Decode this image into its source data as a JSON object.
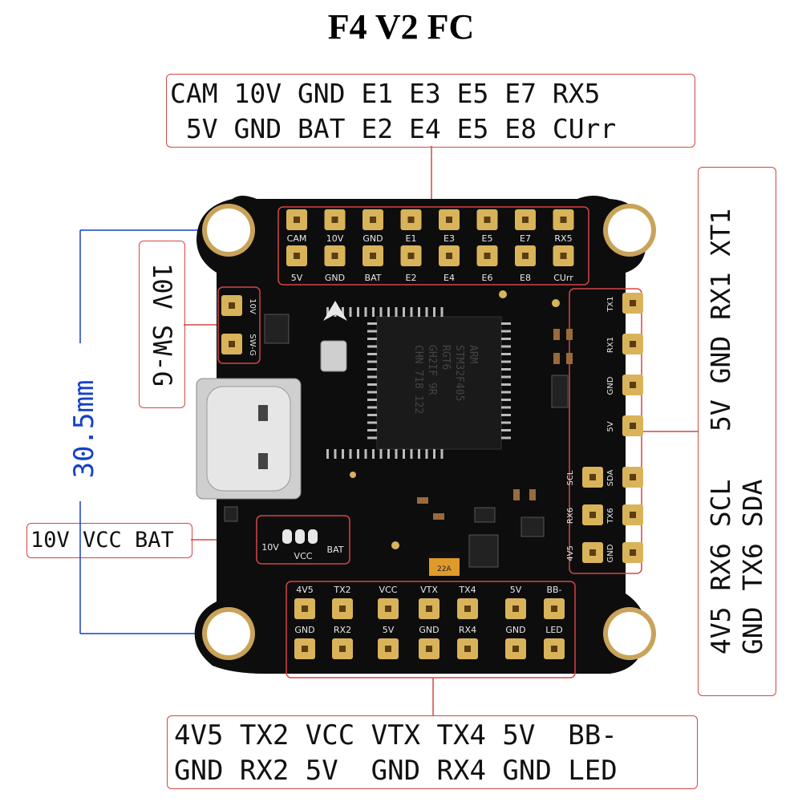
{
  "title": "F4 V2 FC",
  "labels": {
    "top_row1": "CAM 10V GND E1 E3 E5 E7 RX5",
    "top_row2": " 5V GND BAT E2 E4 E5 E8 CUrr",
    "bottom_row1": "4V5 TX2 VCC VTX TX4 5V  BB-",
    "bottom_row2": "GND RX2 5V  GND RX4 GND LED",
    "right_row1": "4V5 RX6 SCL   5V GND RX1 XT1",
    "right_row2": "GND TX6 SDA",
    "sw_label": "10V SW-G",
    "vcc_label": "10V VCC BAT",
    "dimension": "30.5mm"
  },
  "board": {
    "top_pads_row1": [
      "CAM",
      "10V",
      "GND",
      "E1",
      "E3",
      "E5",
      "E7",
      "RX5"
    ],
    "top_pads_row2": [
      "5V",
      "GND",
      "BAT",
      "E2",
      "E4",
      "E6",
      "E8",
      "CUrr"
    ],
    "bottom_pads_row1": [
      "4V5",
      "TX2",
      "VCC",
      "VTX",
      "TX4",
      "5V",
      "BB-"
    ],
    "bottom_pads_row2": [
      "GND",
      "RX2",
      "5V",
      "GND",
      "RX4",
      "GND",
      "LED"
    ],
    "right_pads_upper": [
      "TX1",
      "RX1",
      "GND",
      "5V"
    ],
    "right_pads_lower_col1": [
      "SCL",
      "RX6",
      "4V5"
    ],
    "right_pads_lower_col2": [
      "SDA",
      "TX6",
      "GND"
    ],
    "left_pads": [
      "10V",
      "SW-G"
    ],
    "jumper_labels": [
      "10V",
      "VCC",
      "BAT"
    ],
    "chip_text": [
      "ARM",
      "STM32F405",
      "RGT6",
      "GH2IF 9R",
      "CHN 718 122"
    ],
    "cap_text": "22A"
  },
  "colors": {
    "board": "#0d0d0d",
    "pad": "#d9b35a",
    "label_border": "#d64545",
    "dimension": "#1540c8",
    "silk": "#e8e8e8"
  }
}
